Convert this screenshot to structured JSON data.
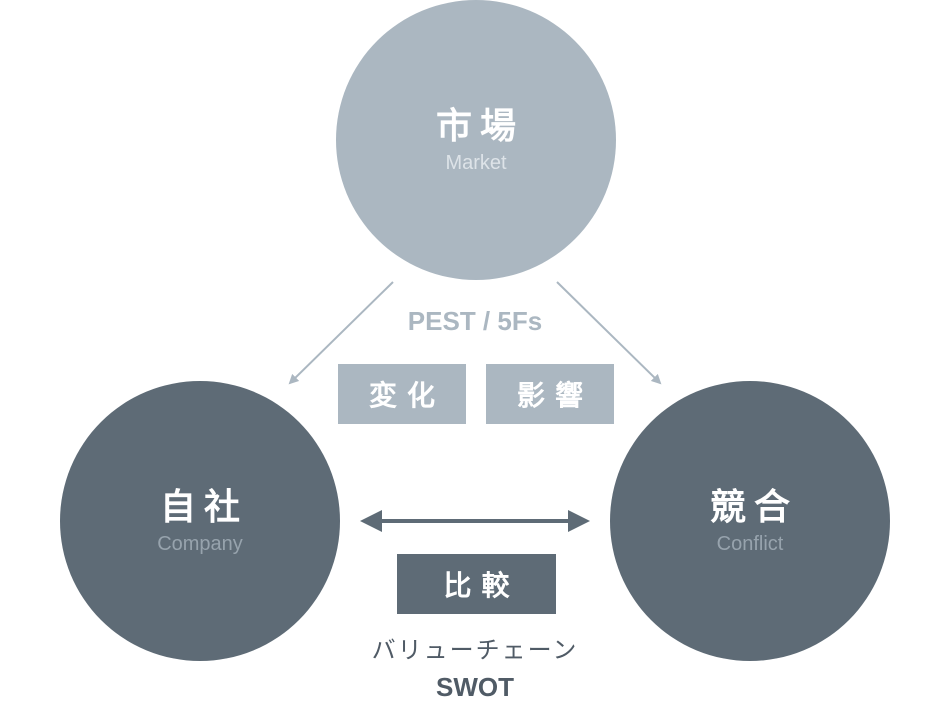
{
  "nodes": {
    "market": {
      "title": "市場",
      "subtitle": "Market"
    },
    "company": {
      "title": "自社",
      "subtitle": "Company"
    },
    "conflict": {
      "title": "競合",
      "subtitle": "Conflict"
    }
  },
  "top_relation": {
    "label": "PEST / 5Fs",
    "boxes": [
      "変化",
      "影響"
    ]
  },
  "bottom_relation": {
    "box": "比較",
    "label_jp": "バリューチェーン",
    "label_en": "SWOT"
  },
  "colors": {
    "market": "#abb7c1",
    "company": "#5e6b76",
    "conflict": "#5e6b76",
    "connector_light": "#abb7c1",
    "connector_dark": "#5e6b76"
  }
}
